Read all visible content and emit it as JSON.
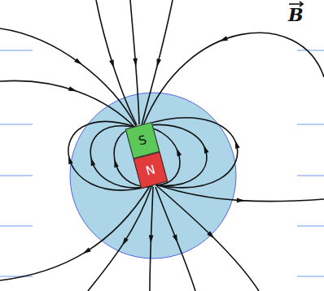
{
  "diagram": {
    "nodes": [
      {
        "text": [
          "S"
        ]
      },
      {
        "text": [
          "N"
        ]
      }
    ],
    "labels": [
      "B"
    ]
  }
}
